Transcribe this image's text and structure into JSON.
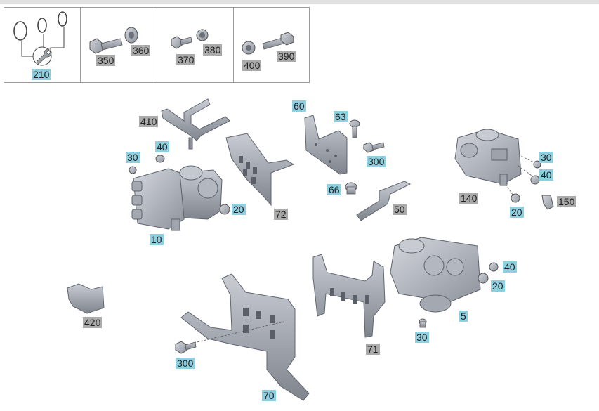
{
  "colors": {
    "blue_callout": "#8ecfe0",
    "gray_callout": "#aaaaaa",
    "part_fill": "#b8bcc4",
    "part_stroke": "#6d727c"
  },
  "kit_row": {
    "cells": [
      {
        "callouts": [
          {
            "text": "210",
            "style": "blue"
          }
        ]
      },
      {
        "callouts": [
          {
            "text": "350",
            "style": "gray"
          },
          {
            "text": "360",
            "style": "gray"
          }
        ]
      },
      {
        "callouts": [
          {
            "text": "370",
            "style": "gray"
          },
          {
            "text": "380",
            "style": "gray"
          }
        ]
      },
      {
        "callouts": [
          {
            "text": "400",
            "style": "gray"
          },
          {
            "text": "390",
            "style": "gray"
          }
        ]
      }
    ]
  },
  "diagram": {
    "callouts": [
      {
        "text": "410",
        "style": "gray"
      },
      {
        "text": "40",
        "style": "blue"
      },
      {
        "text": "30",
        "style": "blue"
      },
      {
        "text": "20",
        "style": "blue"
      },
      {
        "text": "10",
        "style": "blue"
      },
      {
        "text": "72",
        "style": "gray"
      },
      {
        "text": "60",
        "style": "blue"
      },
      {
        "text": "63",
        "style": "blue"
      },
      {
        "text": "300",
        "style": "blue"
      },
      {
        "text": "66",
        "style": "blue"
      },
      {
        "text": "50",
        "style": "gray"
      },
      {
        "text": "30",
        "style": "blue"
      },
      {
        "text": "40",
        "style": "blue"
      },
      {
        "text": "140",
        "style": "gray"
      },
      {
        "text": "20",
        "style": "blue"
      },
      {
        "text": "150",
        "style": "gray"
      },
      {
        "text": "40",
        "style": "blue"
      },
      {
        "text": "20",
        "style": "blue"
      },
      {
        "text": "5",
        "style": "blue"
      },
      {
        "text": "30",
        "style": "blue"
      },
      {
        "text": "71",
        "style": "gray"
      },
      {
        "text": "420",
        "style": "gray"
      },
      {
        "text": "300",
        "style": "blue"
      },
      {
        "text": "70",
        "style": "blue"
      }
    ]
  }
}
